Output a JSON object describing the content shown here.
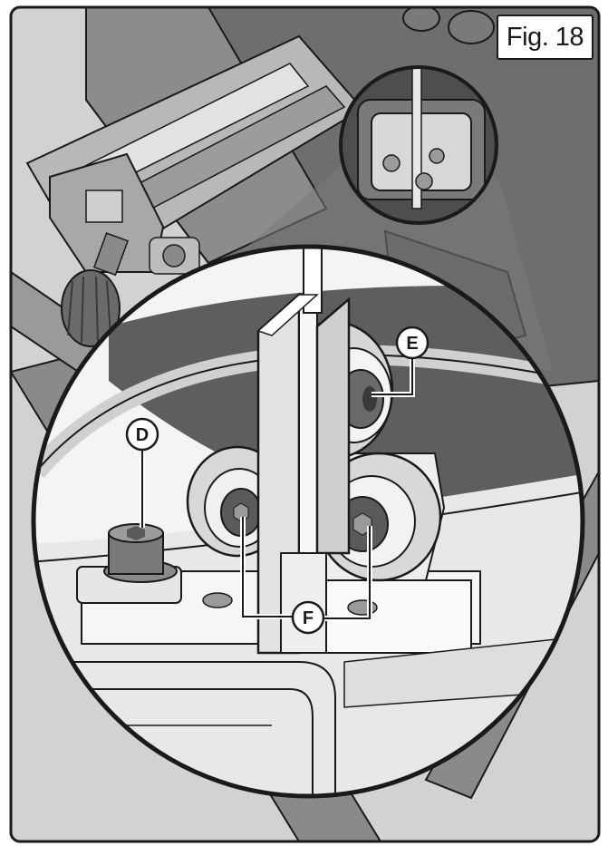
{
  "figure": {
    "label": "Fig. 18"
  },
  "callouts": {
    "d": "D",
    "e": "E",
    "f": "F"
  },
  "colors": {
    "dark_gray": "#606060",
    "mid_gray": "#9a9a9a",
    "light_gray": "#c4c4c4",
    "pale_gray": "#dcdcdc",
    "white": "#ffffff",
    "outline": "#1a1a1a"
  }
}
